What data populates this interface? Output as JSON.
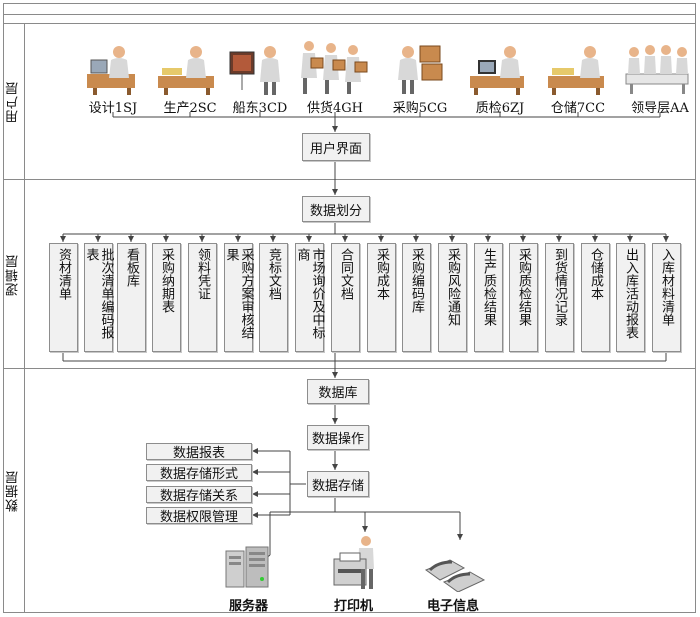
{
  "layers": {
    "user": "用户层",
    "logic": "逻辑层",
    "data": "数据层"
  },
  "actors": [
    {
      "label": "设计1SJ",
      "icon": "designer-at-desk-icon"
    },
    {
      "label": "生产2SC",
      "icon": "production-worker-icon"
    },
    {
      "label": "船东3CD",
      "icon": "shipowner-presenting-icon"
    },
    {
      "label": "供货4GH",
      "icon": "suppliers-with-boxes-icon"
    },
    {
      "label": "采购5CG",
      "icon": "purchaser-with-box-icon"
    },
    {
      "label": "质检6ZJ",
      "icon": "inspector-at-desk-icon"
    },
    {
      "label": "仓储7CC",
      "icon": "warehouse-clerk-icon"
    },
    {
      "label": "领导层AA",
      "icon": "leadership-meeting-icon"
    }
  ],
  "user_interface": "用户界面",
  "data_division": "数据划分",
  "modules": [
    "资材清单",
    "批次清单编码报表",
    "看板库",
    "采购纳期表",
    "领料凭证",
    "采购方案审核结果",
    "竞标文档",
    "市场询价及中标商",
    "合同文档",
    "采购成本",
    "采购编码库",
    "采购风险通知",
    "生产质检结果",
    "采购质检结果",
    "到货情况记录",
    "仓储成本",
    "出入库活动报表",
    "入库材料清单"
  ],
  "database": "数据库",
  "data_operation": "数据操作",
  "data_storage": "数据存储",
  "data_items": [
    "数据报表",
    "数据存储形式",
    "数据存储关系",
    "数据权限管理"
  ],
  "devices": [
    {
      "label": "服务器",
      "icon": "server-icon"
    },
    {
      "label": "打印机",
      "icon": "printer-icon"
    },
    {
      "label": "电子信息",
      "icon": "telephone-icon"
    }
  ],
  "colors": {
    "box_fill": "#f1f1f1",
    "line": "#444444",
    "skin": "#e8b48a",
    "shirt": "#d8d8d8"
  }
}
